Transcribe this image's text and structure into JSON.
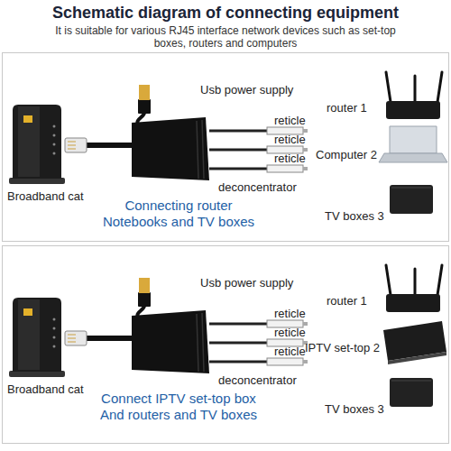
{
  "diagram": {
    "title": "Schematic diagram of connecting equipment",
    "nodes": [
      {
        "text": [
          "Connecting router Notebooks and TV boxes"
        ]
      },
      {
        "text": [
          "Connect IPTV set-top box And routers and TV boxes"
        ]
      }
    ],
    "labels": [
      "It is suitable for various RJ45 interface network devices such as set-top boxes, routers and computers",
      "Usb power supply",
      "Broadband cat",
      "deconcentrator",
      "reticle",
      "reticle",
      "reticle",
      "router 1",
      "Computer 2",
      "TV boxes 3",
      "Usb power supply",
      "Broadband cat",
      "deconcentrator",
      "reticle",
      "reticle",
      "reticle",
      "router 1",
      "IPTV set-top 2",
      "TV boxes 3"
    ]
  }
}
